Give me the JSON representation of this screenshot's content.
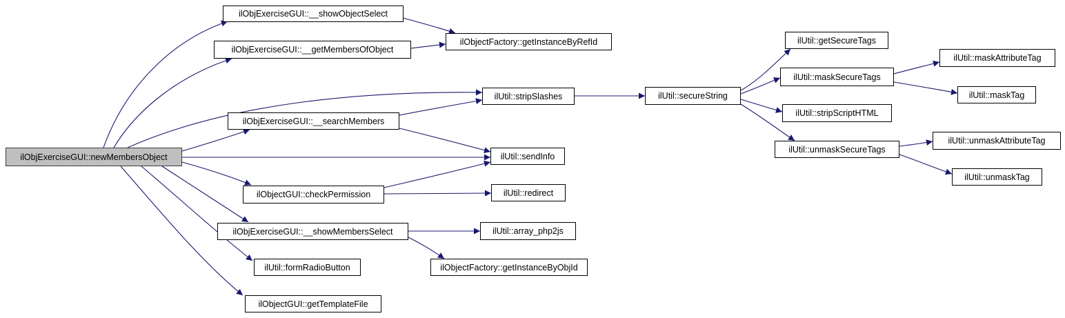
{
  "diagram": {
    "type": "call-graph",
    "background_color": "#ffffff",
    "edge_color": "#191970",
    "node_fill": "#ffffff",
    "node_border_color": "#000000",
    "root_node_fill": "#bfbfbf",
    "nodes": {
      "newMembersObject": {
        "label": "ilObjExerciseGUI::newMembersObject"
      },
      "showObjectSelect": {
        "label": "ilObjExerciseGUI::__showObjectSelect"
      },
      "getMembersOfObject": {
        "label": "ilObjExerciseGUI::__getMembersOfObject"
      },
      "getInstanceByRefId": {
        "label": "ilObjectFactory::getInstanceByRefId"
      },
      "stripSlashes": {
        "label": "ilUtil::stripSlashes"
      },
      "searchMembers": {
        "label": "ilObjExerciseGUI::__searchMembers"
      },
      "sendInfo": {
        "label": "ilUtil::sendInfo"
      },
      "checkPermission": {
        "label": "ilObjectGUI::checkPermission"
      },
      "redirect": {
        "label": "ilUtil::redirect"
      },
      "showMembersSelect": {
        "label": "ilObjExerciseGUI::__showMembersSelect"
      },
      "arrayPhp2js": {
        "label": "ilUtil::array_php2js"
      },
      "formRadioButton": {
        "label": "ilUtil::formRadioButton"
      },
      "getInstanceByObjId": {
        "label": "ilObjectFactory::getInstanceByObjId"
      },
      "getTemplateFile": {
        "label": "ilObjectGUI::getTemplateFile"
      },
      "secureString": {
        "label": "ilUtil::secureString"
      },
      "getSecureTags": {
        "label": "ilUtil::getSecureTags"
      },
      "maskSecureTags": {
        "label": "ilUtil::maskSecureTags"
      },
      "stripScriptHTML": {
        "label": "ilUtil::stripScriptHTML"
      },
      "unmaskSecureTags": {
        "label": "ilUtil::unmaskSecureTags"
      },
      "maskAttributeTag": {
        "label": "ilUtil::maskAttributeTag"
      },
      "maskTag": {
        "label": "ilUtil::maskTag"
      },
      "unmaskAttributeTag": {
        "label": "ilUtil::unmaskAttributeTag"
      },
      "unmaskTag": {
        "label": "ilUtil::unmaskTag"
      }
    },
    "edges": [
      {
        "from": "newMembersObject",
        "to": "showObjectSelect"
      },
      {
        "from": "newMembersObject",
        "to": "getMembersOfObject"
      },
      {
        "from": "newMembersObject",
        "to": "stripSlashes"
      },
      {
        "from": "newMembersObject",
        "to": "searchMembers"
      },
      {
        "from": "newMembersObject",
        "to": "sendInfo"
      },
      {
        "from": "newMembersObject",
        "to": "checkPermission"
      },
      {
        "from": "newMembersObject",
        "to": "showMembersSelect"
      },
      {
        "from": "newMembersObject",
        "to": "formRadioButton"
      },
      {
        "from": "newMembersObject",
        "to": "getTemplateFile"
      },
      {
        "from": "showObjectSelect",
        "to": "getInstanceByRefId"
      },
      {
        "from": "getMembersOfObject",
        "to": "getInstanceByRefId"
      },
      {
        "from": "searchMembers",
        "to": "stripSlashes"
      },
      {
        "from": "searchMembers",
        "to": "sendInfo"
      },
      {
        "from": "checkPermission",
        "to": "sendInfo"
      },
      {
        "from": "checkPermission",
        "to": "redirect"
      },
      {
        "from": "showMembersSelect",
        "to": "arrayPhp2js"
      },
      {
        "from": "showMembersSelect",
        "to": "getInstanceByObjId"
      },
      {
        "from": "stripSlashes",
        "to": "secureString"
      },
      {
        "from": "secureString",
        "to": "getSecureTags"
      },
      {
        "from": "secureString",
        "to": "maskSecureTags"
      },
      {
        "from": "secureString",
        "to": "stripScriptHTML"
      },
      {
        "from": "secureString",
        "to": "unmaskSecureTags"
      },
      {
        "from": "maskSecureTags",
        "to": "maskAttributeTag"
      },
      {
        "from": "maskSecureTags",
        "to": "maskTag"
      },
      {
        "from": "unmaskSecureTags",
        "to": "unmaskAttributeTag"
      },
      {
        "from": "unmaskSecureTags",
        "to": "unmaskTag"
      }
    ]
  }
}
